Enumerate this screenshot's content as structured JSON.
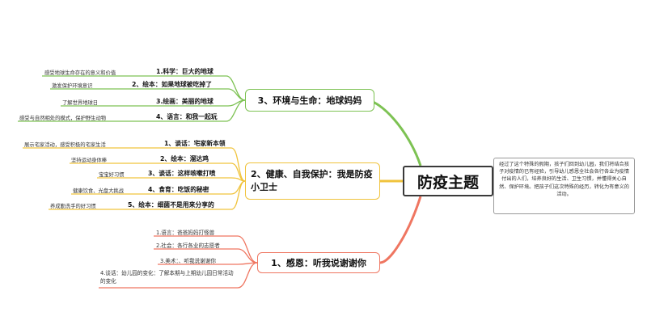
{
  "central": {
    "title": "防疫主题"
  },
  "note": {
    "text": "经过了这个特殊的假期，孩子们回到幼儿园，我们将结合孩子对疫情的已有经验，引导幼儿感恩全社会各行各业为疫情付出的人们，培养良好的生活、卫生习惯，并懂得关心自然、保护环境。把孩子们这次特殊的经历，转化为有意义的活动。"
  },
  "colors": {
    "green": "#7dc253",
    "yellow": "#f0c33c",
    "red": "#ef7661"
  },
  "branches": {
    "environment": {
      "title": "3、环境与生命：地球妈妈",
      "items": [
        {
          "label": "1.科学：巨大的地球",
          "detail": "感受地球生命存在的意义和价值"
        },
        {
          "label": "2、绘本：如果地球被吃掉了",
          "detail": "激发保护环境意识"
        },
        {
          "label": "3.绘画：美丽的地球",
          "detail": "了解世界地球日"
        },
        {
          "label": "4、语言：和我一起玩",
          "detail": "感受与自然相处的模式，保护野生动物"
        }
      ]
    },
    "health": {
      "title": "2、健康、自我保护：我是防疫小卫士",
      "items": [
        {
          "label": "1、谈话：宅家新本领",
          "detail": "展示宅家活动，感受积极的宅家生活"
        },
        {
          "label": "2、绘本：溜达鸡",
          "detail": "坚持运动身体棒"
        },
        {
          "label": "3、谈话：这样咳嗽打喷",
          "detail": "宝宝好习惯"
        },
        {
          "label": "4、食育：吃饭的秘密",
          "detail": "健康饮食、光盘大挑战"
        },
        {
          "label": "5、绘本：细菌不是用来分享的",
          "detail": "养成勤洗手的好习惯"
        }
      ]
    },
    "gratitude": {
      "title": "1、感恩：听我说谢谢你",
      "items": [
        {
          "label": "1.语言：爸爸妈妈打怪兽"
        },
        {
          "label": "2.社会：各行各业的志愿者"
        },
        {
          "label": "3.美术：、听我说谢谢你"
        },
        {
          "label": "4.谈话：幼儿园的变化：了解本期与上期幼儿园日常活动的变化"
        }
      ]
    }
  }
}
